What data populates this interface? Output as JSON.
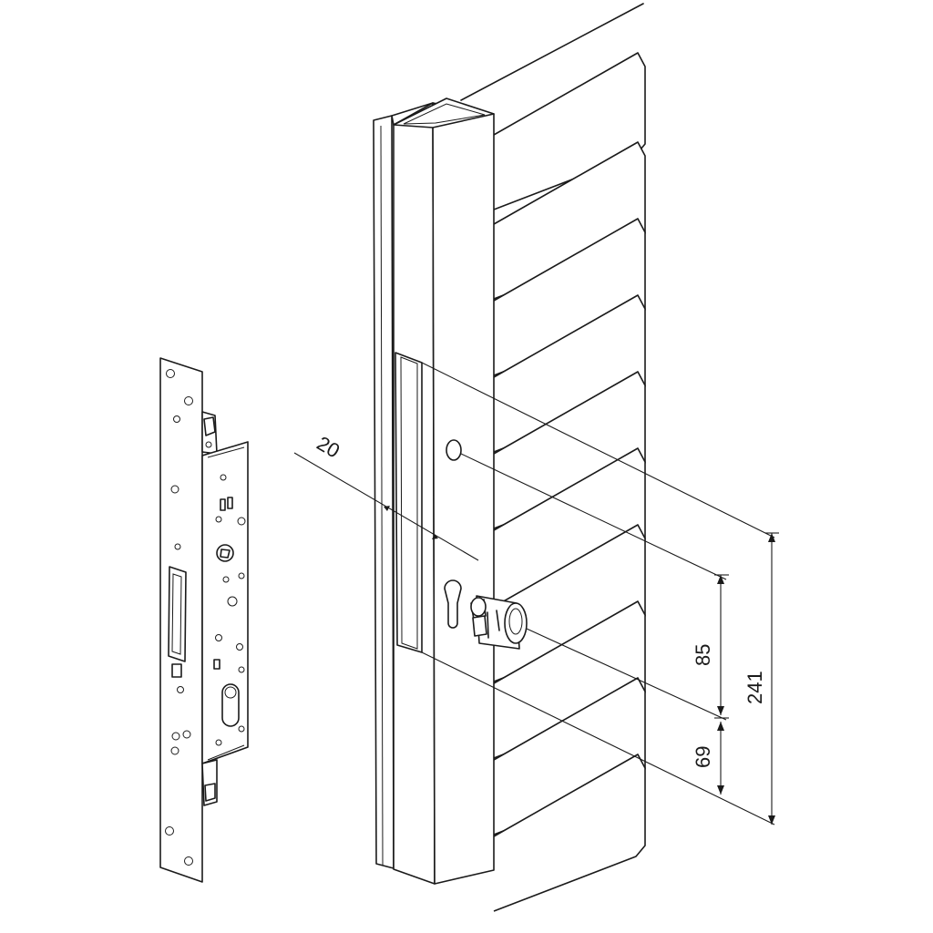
{
  "dimensions": {
    "depth_label": "20",
    "upper_label": "85",
    "lower_label": "69",
    "total_label": "241"
  }
}
